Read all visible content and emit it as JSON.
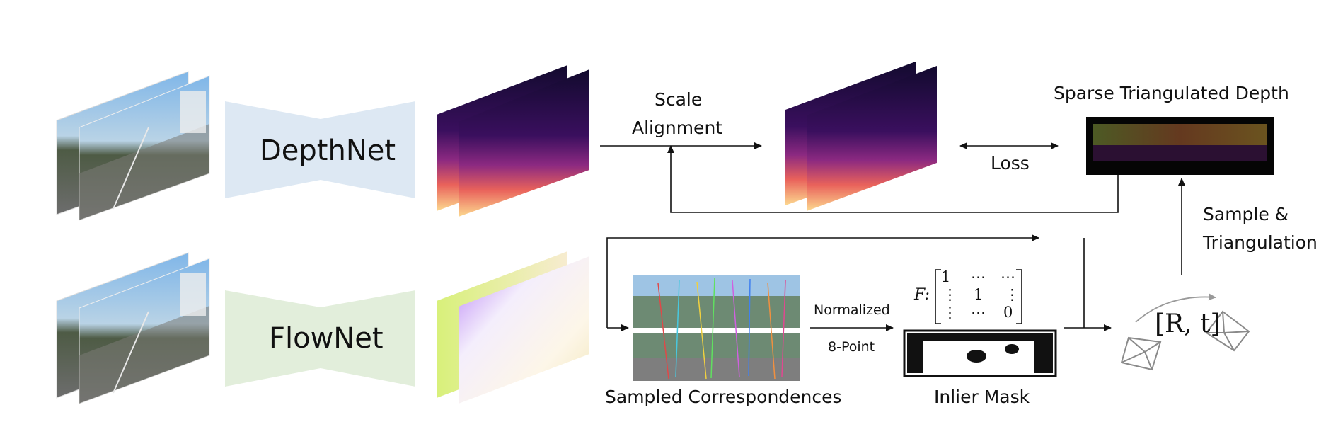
{
  "networks": {
    "depth": "DepthNet",
    "flow": "FlowNet"
  },
  "labels": {
    "scale_alignment_line1": "Scale",
    "scale_alignment_line2": "Alignment",
    "loss": "Loss",
    "sparse_depth": "Sparse Triangulated Depth",
    "sample_triangulation_line1": "Sample &",
    "sample_triangulation_line2": "Triangulation",
    "normalized": "Normalized",
    "eight_point": "8-Point",
    "sampled_correspondences": "Sampled Correspondences",
    "inlier_mask": "Inlier Mask",
    "pose": "[R, t]"
  },
  "fundamental_matrix": {
    "symbol": "F:",
    "rows": [
      [
        "1",
        "⋯",
        "⋯"
      ],
      [
        "⋮",
        "1",
        "⋮"
      ],
      [
        "⋮",
        "⋯",
        "0"
      ]
    ]
  },
  "colors": {
    "depthnet_fill": "#dde8f3",
    "flownet_fill": "#e2eedb",
    "arrow": "#111111",
    "camera": "#8a8a8a"
  }
}
